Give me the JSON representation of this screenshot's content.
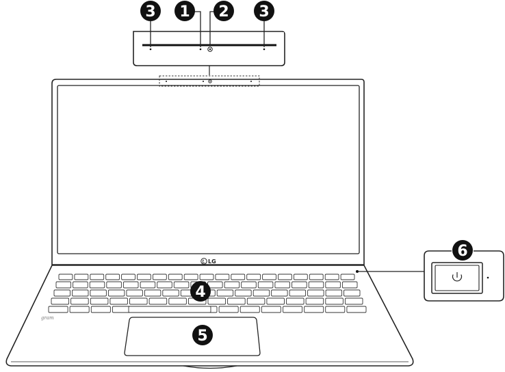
{
  "brand": "LG",
  "model_mark": "gram",
  "callouts": {
    "c1": "1",
    "c2": "2",
    "c3_left": "3",
    "c3_right": "3",
    "c4": "4",
    "c5": "5",
    "c6": "6"
  },
  "icons": {
    "power": "power-icon",
    "camera": "camera-lens-icon",
    "logo": "lg-logo-icon"
  },
  "colors": {
    "line": "#222222",
    "badge": "#111111",
    "background": "#ffffff"
  }
}
